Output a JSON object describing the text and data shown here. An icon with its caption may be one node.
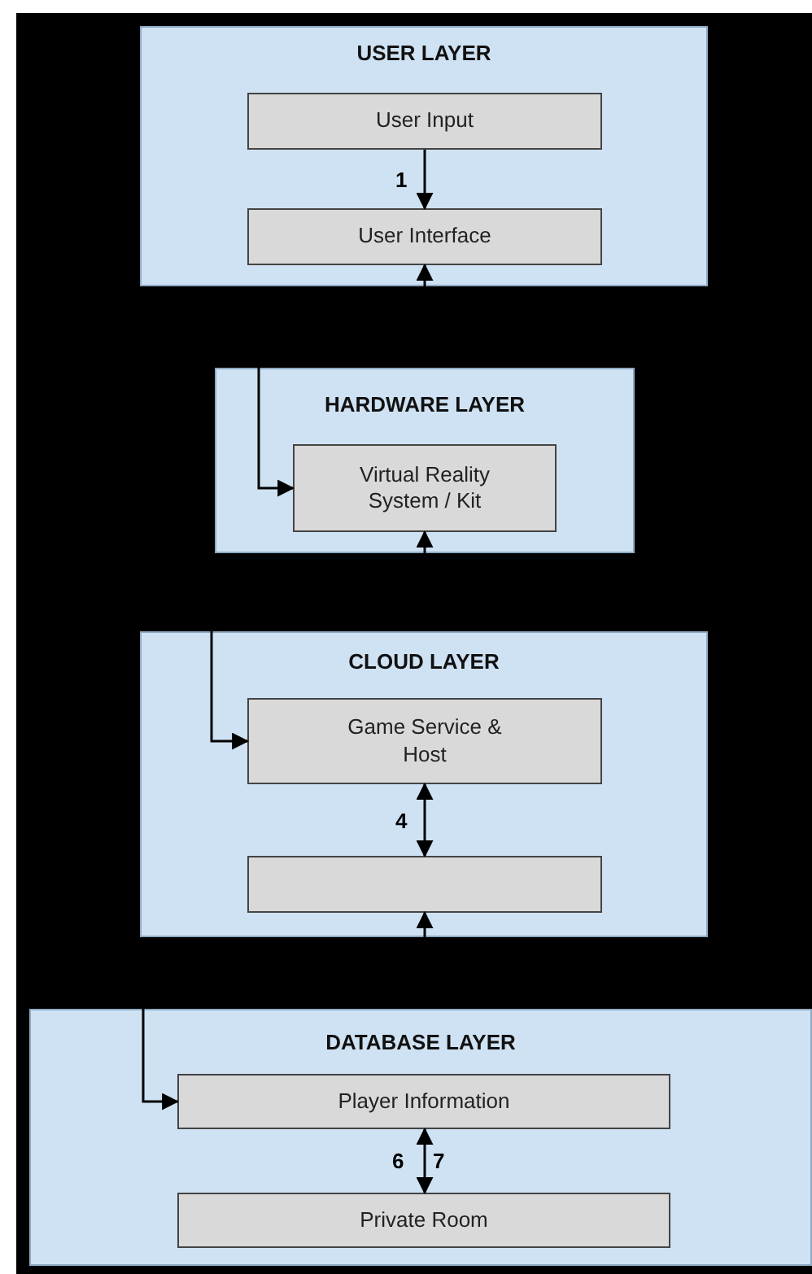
{
  "diagram": {
    "nodes": [
      {
        "text": [
          "USER LAYER"
        ]
      },
      {
        "text": [
          "User Input"
        ],
        "in": 0
      },
      {
        "text": [
          "User Interface"
        ],
        "in": 0
      },
      {
        "text": [
          "HARDWARE LAYER"
        ]
      },
      {
        "text": [
          "Virtual Reality System / Kit"
        ],
        "in": 3
      },
      {
        "text": [
          "CLOUD LAYER"
        ]
      },
      {
        "text": [
          "Game Service & Host"
        ],
        "in": 5
      },
      {
        "text": [],
        "shape": "box",
        "in": 5
      },
      {
        "text": [
          "DATABASE LAYER"
        ]
      },
      {
        "text": [
          "Player Information"
        ],
        "in": 8
      },
      {
        "text": [
          "Private Room"
        ],
        "in": 8
      }
    ],
    "edges": [
      {
        "from": 1,
        "to": 2,
        "arrow": "to",
        "label": "1"
      },
      {
        "from": 3,
        "to": 2,
        "arrow": "to"
      },
      {
        "from": 0,
        "to": 4,
        "arrow": "to"
      },
      {
        "from": 5,
        "to": 4,
        "arrow": "to"
      },
      {
        "from": 3,
        "to": 6,
        "arrow": "to"
      },
      {
        "from": 6,
        "to": 7,
        "arrow": "both",
        "label": "4"
      },
      {
        "from": 8,
        "to": 7,
        "arrow": "to"
      },
      {
        "from": 5,
        "to": 9,
        "arrow": "to"
      },
      {
        "from": 9,
        "to": 10,
        "arrow": "both",
        "label": "6"
      }
    ],
    "labels": [
      "7"
    ]
  }
}
